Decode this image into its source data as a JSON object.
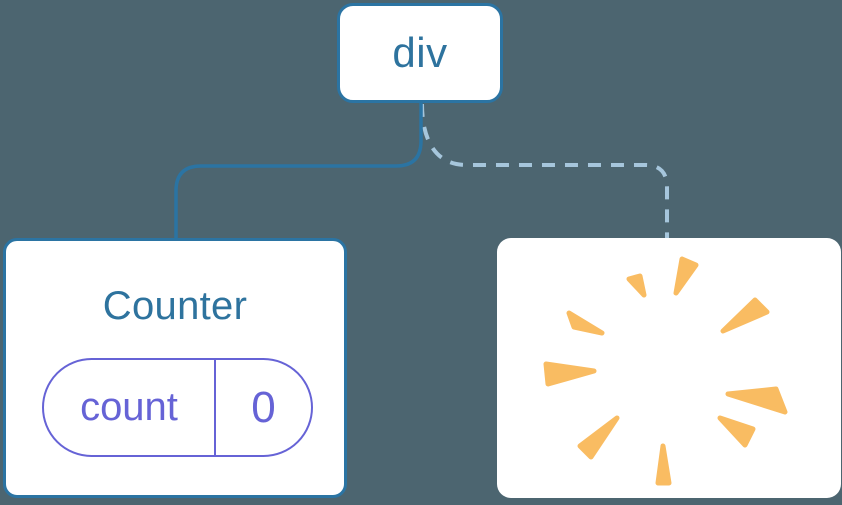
{
  "diagram": {
    "root_node": {
      "label": "div"
    },
    "counter_card": {
      "title": "Counter",
      "state_pill": {
        "key": "count",
        "value": "0"
      }
    },
    "removed_card": {
      "icon": "poof-burst-icon"
    },
    "links": [
      {
        "from": "div",
        "to": "counter",
        "style": "solid"
      },
      {
        "from": "div",
        "to": "removed",
        "style": "dashed"
      }
    ]
  },
  "colors": {
    "background": "#4C6570",
    "line_blue": "#2B74A3",
    "text_blue": "#2E739E",
    "dashed_blue": "#A6C6DC",
    "purple": "#6663D6",
    "orange": "#F9BC62",
    "white": "#FFFFFF"
  },
  "burst": {
    "wedges": [
      "132,41 143,38 147,57",
      "185,21 199,27 179,55",
      "258,62 270,74 226,93",
      "72,75 77,89 105,95",
      "49,126 51,146 97,133",
      "279,151 288,174 231,156",
      "223,180 256,191 248,207",
      "120,180 83,208 94,219",
      "166,208 161,245 172,245"
    ]
  }
}
